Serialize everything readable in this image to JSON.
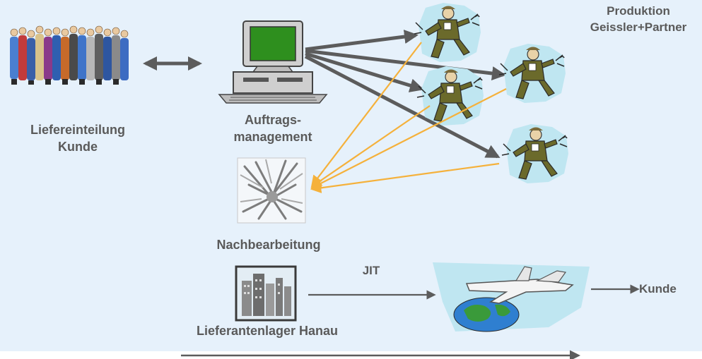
{
  "labels": {
    "produktion_line1": "Produktion",
    "produktion_line2": "Geissler+Partner",
    "customer_schedule_line1": "Liefereinteilung",
    "customer_schedule_line2": "Kunde",
    "order_mgmt_line1": "Auftrags-",
    "order_mgmt_line2": "management",
    "rework": "Nachbearbeitung",
    "jit": "JIT",
    "supplier_warehouse": "Lieferantenlager Hanau",
    "end_customer": "Kunde"
  },
  "colors": {
    "background": "#e6f1fb",
    "arrow_gray": "#5c5c5c",
    "arrow_orange": "#f5b13b",
    "monitor_screen": "#2e8f1e",
    "worker_backdrop": "#bfe6f1"
  },
  "icons": {
    "people": "people-group-icon",
    "computer": "computer-icon",
    "worker": "worker-icon",
    "rework": "rework-tools-icon",
    "building": "building-icon",
    "airplane_globe": "airplane-globe-icon"
  }
}
